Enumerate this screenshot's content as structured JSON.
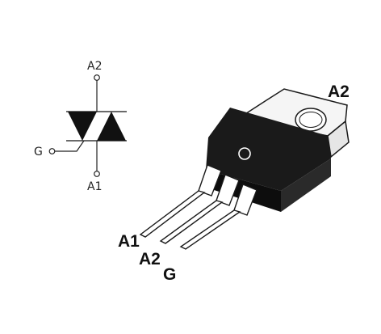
{
  "symbol": {
    "anode2_label": "A2",
    "gate_label": "G",
    "anode1_label": "A1"
  },
  "package": {
    "tab_label": "A2",
    "pin1_label": "A1",
    "pin2_label": "A2",
    "pin3_label": "G"
  },
  "colors": {
    "ink": "#111111",
    "body": "#1a1a1a",
    "tab": "#f2f2f2",
    "leads": "#ffffff"
  }
}
